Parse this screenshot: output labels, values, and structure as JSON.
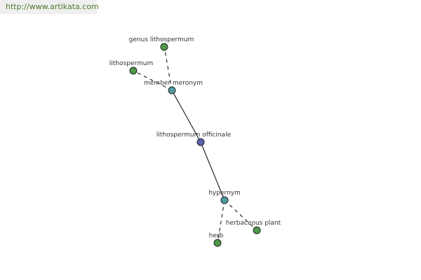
{
  "banner": {
    "url_text": "http://www.artikata.com"
  },
  "colors": {
    "center": "#5a5fae",
    "relation": "#4f9a9c",
    "leaf": "#4e9a4a",
    "banner_text": "#4a7a2e"
  },
  "graph": {
    "nodes": [
      {
        "id": "genus",
        "label": "genus lithospermum",
        "kind": "leaf"
      },
      {
        "id": "litho",
        "label": "lithospermum",
        "kind": "leaf"
      },
      {
        "id": "member",
        "label": "member meronym",
        "kind": "relation"
      },
      {
        "id": "center",
        "label": "lithospermum officinale",
        "kind": "center"
      },
      {
        "id": "hyper",
        "label": "hypernym",
        "kind": "relation"
      },
      {
        "id": "herbaceous",
        "label": "herbaceous plant",
        "kind": "leaf"
      },
      {
        "id": "herb",
        "label": "herb",
        "kind": "leaf"
      }
    ],
    "edges": [
      {
        "from": "center",
        "to": "member",
        "style": "solid"
      },
      {
        "from": "center",
        "to": "hyper",
        "style": "solid"
      },
      {
        "from": "member",
        "to": "genus",
        "style": "dashed"
      },
      {
        "from": "member",
        "to": "litho",
        "style": "dashed"
      },
      {
        "from": "hyper",
        "to": "herbaceous",
        "style": "dashed"
      },
      {
        "from": "hyper",
        "to": "herb",
        "style": "dashed"
      }
    ]
  }
}
